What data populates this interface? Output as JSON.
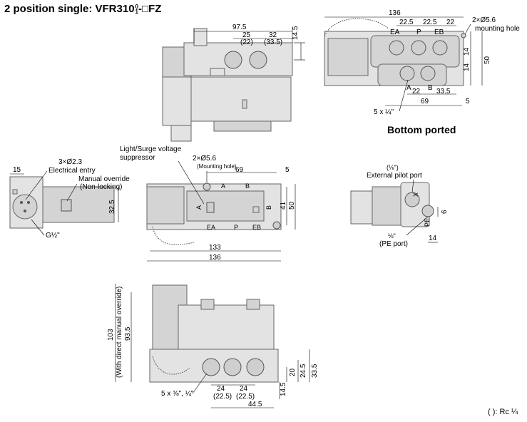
{
  "title": {
    "main": "2 position single: VFR310",
    "sup": "0",
    "sub": "1",
    "suffix": "-□FZ"
  },
  "bottom_caption": "Bottom ported",
  "rc_note": "(  ): Rc ¼",
  "top_side_view": {
    "dims": [
      "97.5",
      "25",
      "(22)",
      "32",
      "(33.5)",
      "14.5"
    ]
  },
  "bottom_view": {
    "dims": [
      "136",
      "22.5",
      "22.5",
      "22",
      "14",
      "14",
      "50",
      "69",
      "22",
      "33.5",
      "5"
    ],
    "port_labels": [
      "EA",
      "P",
      "EB",
      "A",
      "B"
    ],
    "notes": [
      "2×Ø5.6",
      "mounting hole",
      "5 x ¼\""
    ]
  },
  "left_end_view": {
    "dims": [
      "15",
      "32.5"
    ],
    "notes": [
      "3×Ø2.3",
      "Electrical entry",
      "Manual override",
      "(Non-locking)",
      "G½\""
    ]
  },
  "top_view": {
    "dims": [
      "69",
      "5",
      "41",
      "50",
      "133",
      "136"
    ],
    "port_labels": [
      "A",
      "B",
      "EA",
      "P",
      "EB",
      "A",
      "B"
    ],
    "notes": [
      "Light/Surge voltage",
      "suppressor",
      "2×Ø5.6",
      "(Mounting hole)"
    ]
  },
  "right_end_view": {
    "dims": [
      "6",
      "14"
    ],
    "port_labels": [
      "X",
      "PE"
    ],
    "notes": [
      "(⅛\")",
      "External pilot port",
      "⅛\"",
      "(PE port)"
    ]
  },
  "front_view": {
    "dims": [
      "103",
      "(With direct manual override)",
      "93.5",
      "20",
      "24.5",
      "33.5",
      "24",
      "(22.5)",
      "24",
      "(22.5)",
      "44.5",
      "14.5"
    ],
    "notes": [
      "5 x ⅜\", ¼\""
    ]
  }
}
